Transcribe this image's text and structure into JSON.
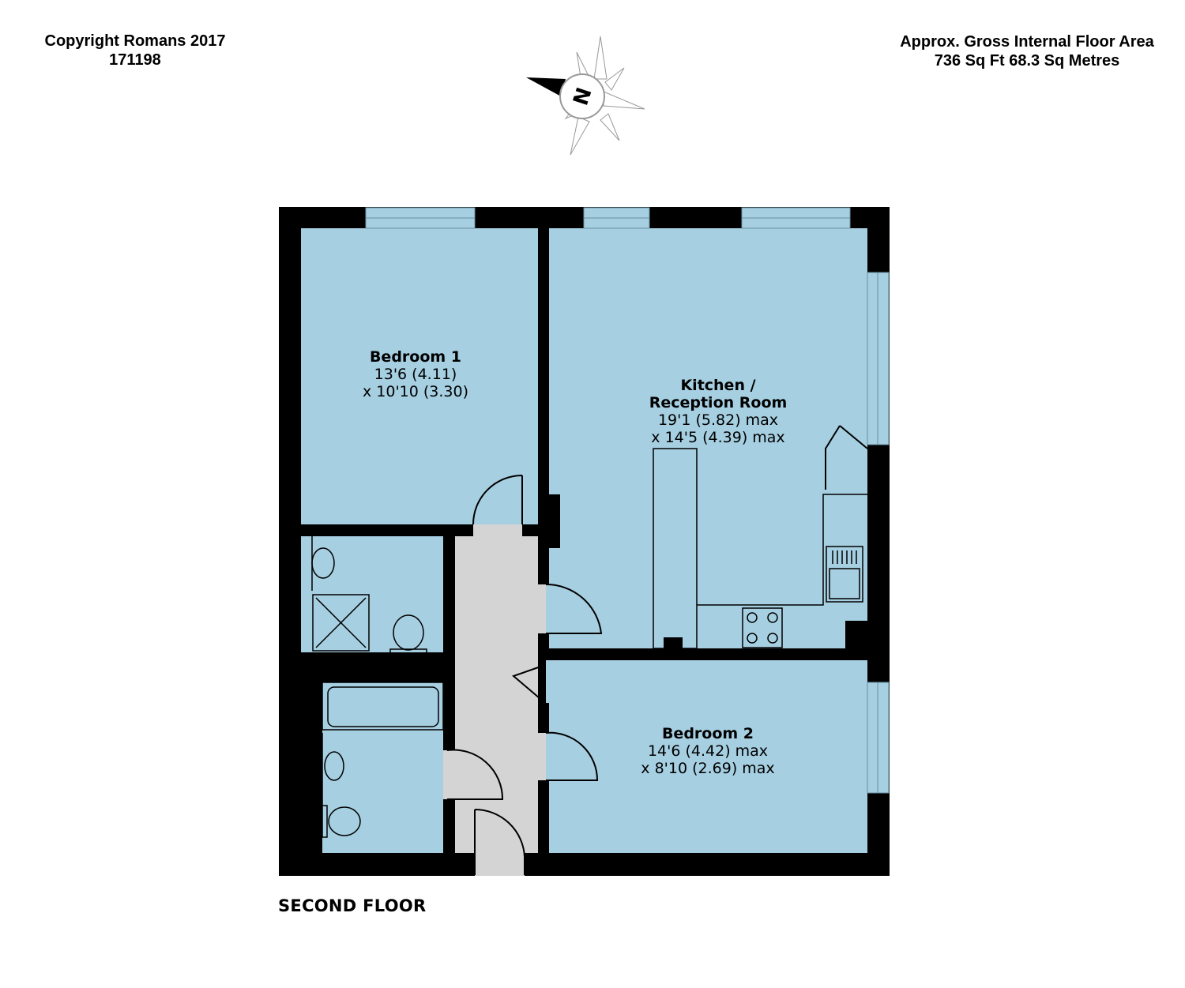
{
  "header": {
    "copyright": "Copyright Romans 2017",
    "ref": "171198",
    "area_title": "Approx. Gross Internal Floor Area",
    "area_value": "736 Sq Ft 68.3 Sq Metres"
  },
  "compass": {
    "letter": "N"
  },
  "floor_label": "SECOND FLOOR",
  "rooms": {
    "bedroom1": {
      "name": "Bedroom 1",
      "dim1": "13'6 (4.11)",
      "dim2": "x 10'10 (3.30)"
    },
    "kitchen": {
      "name1": "Kitchen /",
      "name2": "Reception Room",
      "dim1": "19'1 (5.82) max",
      "dim2": "x 14'5 (4.39) max"
    },
    "bedroom2": {
      "name": "Bedroom 2",
      "dim1": "14'6 (4.42) max",
      "dim2": "x 8'10 (2.69) max"
    }
  },
  "colors": {
    "room_fill": "#a6cfe1",
    "wall": "#000000",
    "hall_fill": "#d4d4d4",
    "window_fill": "#a6cfe1"
  }
}
